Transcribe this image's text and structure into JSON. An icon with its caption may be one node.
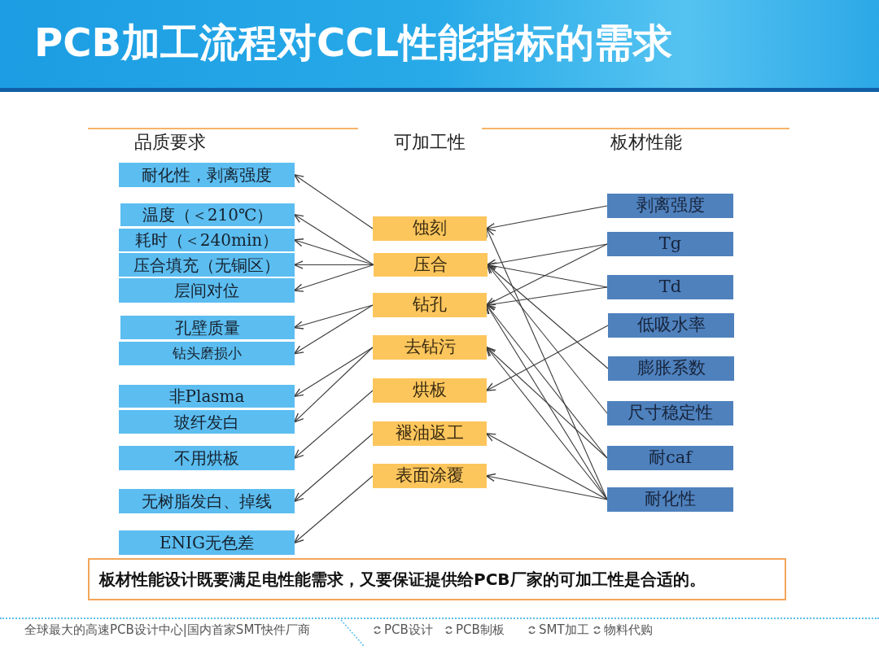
{
  "diagram": {
    "title": "PCB加工流程对CCL性能指标的需求",
    "nodes": [
      {
        "text": [
          "耐化性，剥离强度"
        ]
      },
      {
        "text": [
          "温度（＜210℃）"
        ]
      },
      {
        "text": [
          "耗时（＜240min）"
        ]
      },
      {
        "text": [
          "压合填充（无铜区）"
        ]
      },
      {
        "text": [
          "层间对位"
        ]
      },
      {
        "text": [
          "孔壁质量"
        ]
      },
      {
        "text": [
          "钻头磨损小"
        ]
      },
      {
        "text": [
          "非Plasma"
        ]
      },
      {
        "text": [
          "玻纤发白"
        ]
      },
      {
        "text": [
          "不用烘板"
        ]
      },
      {
        "text": [
          "无树脂发白、掉线"
        ]
      },
      {
        "text": [
          "ENIG无色差"
        ]
      },
      {
        "text": [
          "蚀刻"
        ]
      },
      {
        "text": [
          "压合"
        ]
      },
      {
        "text": [
          "钻孔"
        ]
      },
      {
        "text": [
          "去钻污"
        ]
      },
      {
        "text": [
          "烘板"
        ]
      },
      {
        "text": [
          "褪油返工"
        ]
      },
      {
        "text": [
          "表面涂覆"
        ]
      },
      {
        "text": [
          "剥离强度"
        ]
      },
      {
        "text": [
          "Tg"
        ]
      },
      {
        "text": [
          "Td"
        ]
      },
      {
        "text": [
          "低吸水率"
        ]
      },
      {
        "text": [
          "膨胀系数"
        ]
      },
      {
        "text": [
          "尺寸稳定性"
        ]
      },
      {
        "text": [
          "耐caf"
        ]
      },
      {
        "text": [
          "耐化性"
        ]
      },
      {
        "text": [
          "板材性能设计既要满足电性能需求，又要保证提供给PCB厂家的可加工性是合适的。"
        ]
      }
    ],
    "edges": [
      {
        "from": 12,
        "to": 0,
        "arrow": "to"
      },
      {
        "from": 13,
        "to": 1,
        "arrow": "to"
      },
      {
        "from": 13,
        "to": 2,
        "arrow": "to"
      },
      {
        "from": 13,
        "to": 3,
        "arrow": "to"
      },
      {
        "from": 13,
        "to": 4,
        "arrow": "to"
      },
      {
        "from": 14,
        "to": 5,
        "arrow": "to"
      },
      {
        "from": 14,
        "to": 6,
        "arrow": "to"
      },
      {
        "from": 15,
        "to": 7,
        "arrow": "to"
      },
      {
        "from": 15,
        "to": 8,
        "arrow": "to"
      },
      {
        "from": 16,
        "to": 9,
        "arrow": "to"
      },
      {
        "from": 17,
        "to": 10,
        "arrow": "to"
      },
      {
        "from": 18,
        "to": 11,
        "arrow": "to"
      },
      {
        "from": 19,
        "to": 12,
        "arrow": "to"
      },
      {
        "from": 20,
        "to": 13,
        "arrow": "to"
      },
      {
        "from": 20,
        "to": 14,
        "arrow": "to"
      },
      {
        "from": 21,
        "to": 13,
        "arrow": "to"
      },
      {
        "from": 21,
        "to": 14,
        "arrow": "to"
      },
      {
        "from": 22,
        "to": 16,
        "arrow": "to"
      },
      {
        "from": 23,
        "to": 13,
        "arrow": "to"
      },
      {
        "from": 24,
        "to": 13,
        "arrow": "to"
      },
      {
        "from": 25,
        "to": 14,
        "arrow": "to"
      },
      {
        "from": 25,
        "to": 15,
        "arrow": "to"
      },
      {
        "from": 26,
        "to": 12,
        "arrow": "to"
      },
      {
        "from": 26,
        "to": 14,
        "arrow": "to"
      },
      {
        "from": 26,
        "to": 15,
        "arrow": "to"
      },
      {
        "from": 26,
        "to": 17,
        "arrow": "to"
      },
      {
        "from": 26,
        "to": 18,
        "arrow": "to"
      }
    ],
    "labels": [
      "品质要求",
      "可加工性",
      "板材性能",
      "全球最大的高速PCB设计中心|国内首家SMT快件厂商",
      "PCB设计",
      "PCB制板",
      "SMT加工",
      "物料代购"
    ]
  }
}
